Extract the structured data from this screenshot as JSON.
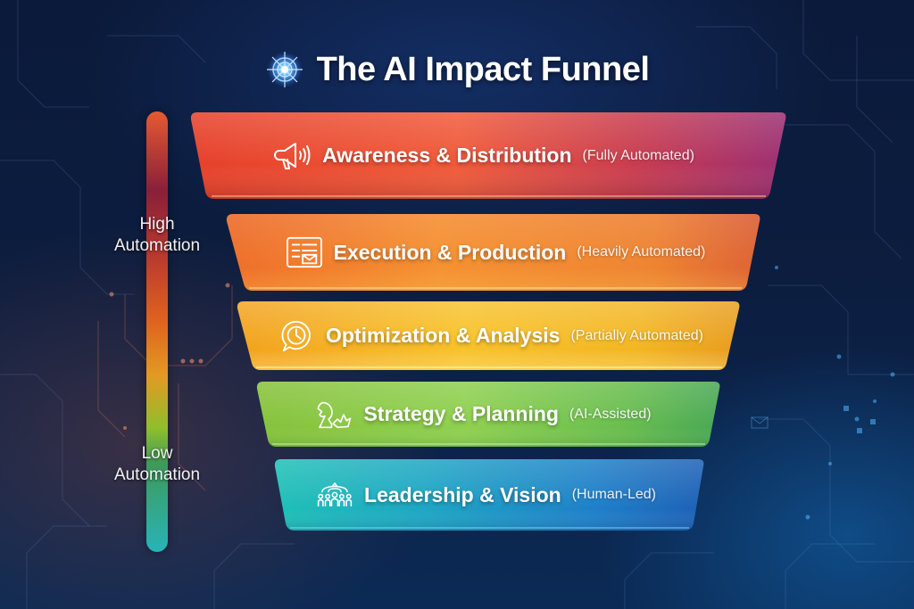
{
  "title": {
    "text": "The AI Impact Funnel",
    "icon": "ai-circuit-brain-icon"
  },
  "scale": {
    "high_label_line1": "High",
    "high_label_line2": "Automation",
    "low_label_line1": "Low",
    "low_label_line2": "Automation",
    "gradient_colors": [
      "#e65a32",
      "#8a1f3a",
      "#e0641e",
      "#e39a22",
      "#8fbe2c",
      "#27b4b8"
    ]
  },
  "funnel": {
    "layers": [
      {
        "name": "Awareness & Distribution",
        "tag": "(Fully Automated)",
        "icon": "megaphone-icon",
        "colors": [
          "#e8452c",
          "#f05a3a",
          "#c23a4e",
          "#a0306e"
        ]
      },
      {
        "name": "Execution & Production",
        "tag": "(Heavily Automated)",
        "icon": "document-envelope-icon",
        "colors": [
          "#ef6a1e",
          "#f4892a",
          "#ec7a2a",
          "#d8562a"
        ]
      },
      {
        "name": "Optimization & Analysis",
        "tag": "(Partially Automated)",
        "icon": "clock-chat-icon",
        "colors": [
          "#f2a51e",
          "#f8c22a",
          "#f4b823",
          "#e8a020"
        ]
      },
      {
        "name": "Strategy & Planning",
        "tag": "(AI-Assisted)",
        "icon": "chess-knight-icon",
        "colors": [
          "#7cc23c",
          "#8fd050",
          "#6cbf4c",
          "#4cab54"
        ]
      },
      {
        "name": "Leadership & Vision",
        "tag": "(Human-Led)",
        "icon": "team-hierarchy-icon",
        "colors": [
          "#20b8b4",
          "#1ea3c2",
          "#1f7fc8",
          "#1e63b8"
        ]
      }
    ]
  }
}
